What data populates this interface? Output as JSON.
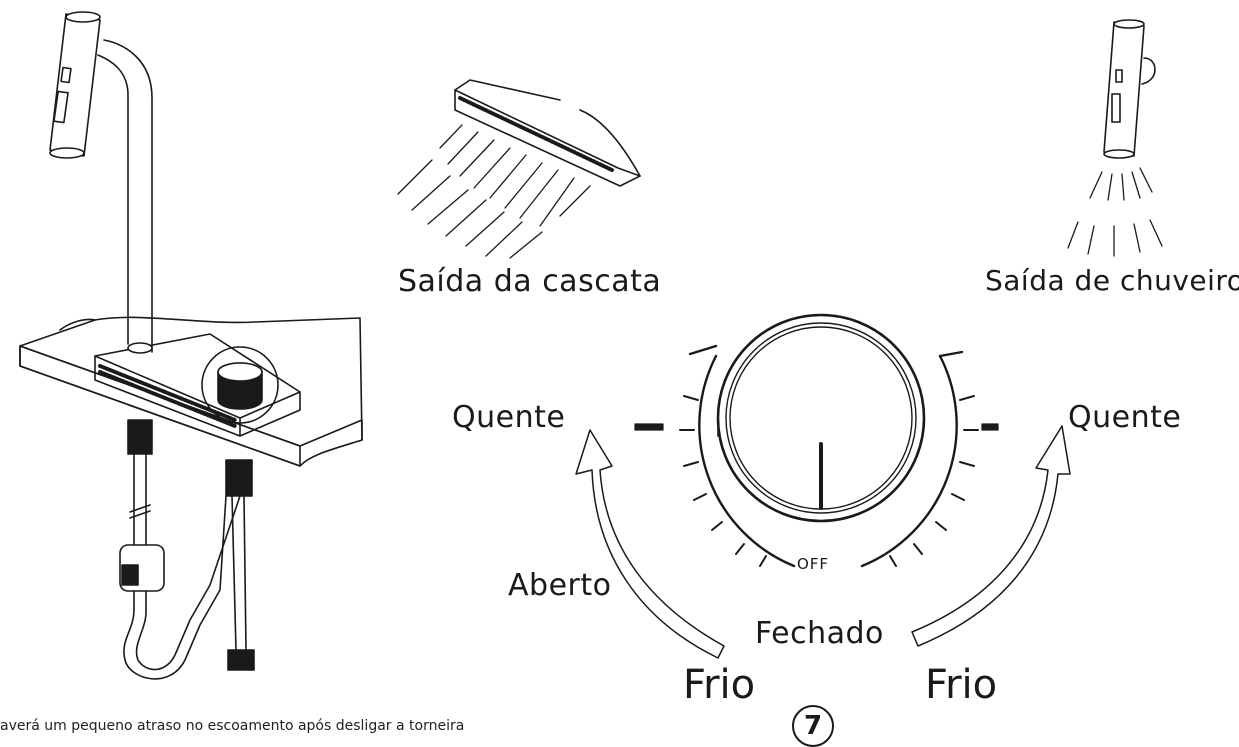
{
  "labels": {
    "cascade_outlet": "Saída da cascata",
    "shower_outlet": "Saída de chuveiro",
    "hot_left": "Quente",
    "hot_right": "Quente",
    "open": "Aberto",
    "closed": "Fechado",
    "cold_left": "Frio",
    "cold_right": "Frio",
    "off": "OFF"
  },
  "step_number": "7",
  "footnote": "averá um pequeno atraso no escoamento após desligar a torneira"
}
